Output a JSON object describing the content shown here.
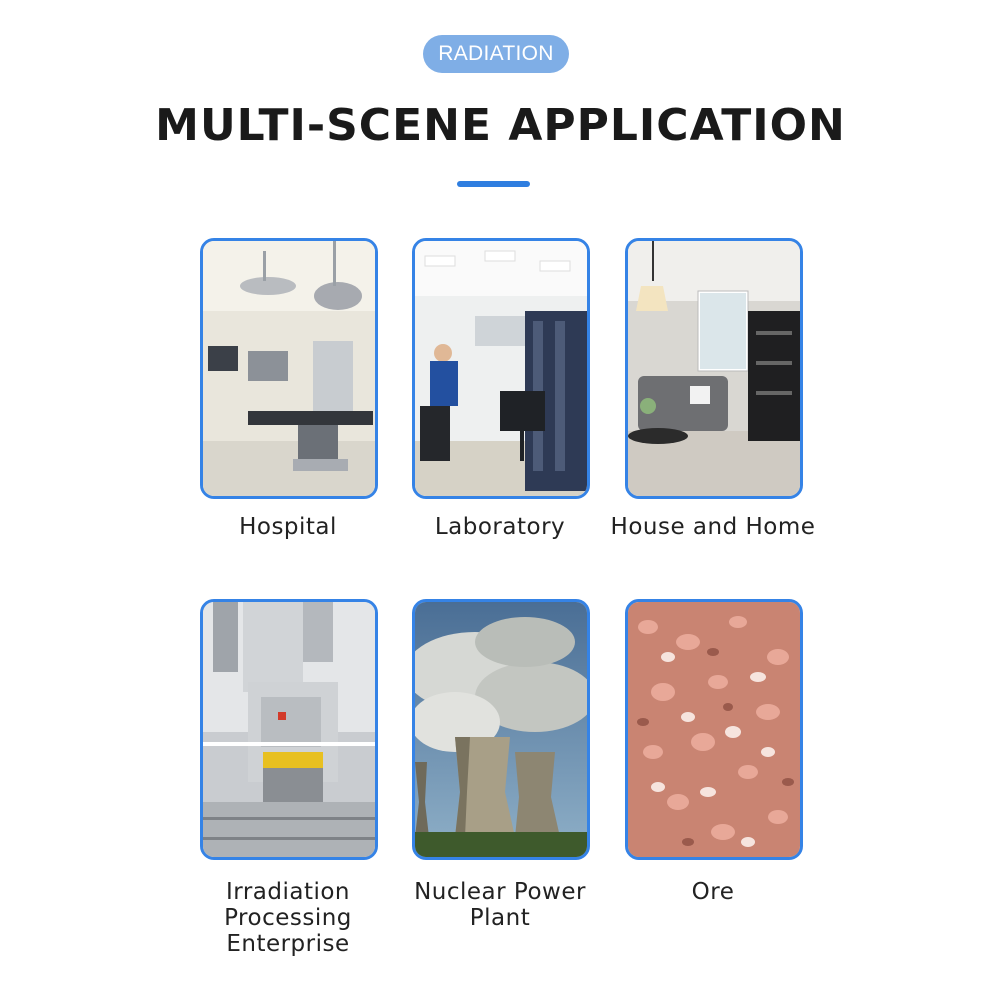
{
  "header": {
    "badge": "RADIATION",
    "title": "MULTI-SCENE APPLICATION"
  },
  "colors": {
    "accent": "#3583e6",
    "badge_bg": "#7faee6",
    "title_text": "#1a1a1a"
  },
  "scenes": [
    {
      "label": "Hospital",
      "icon": "hospital-image"
    },
    {
      "label": "Laboratory",
      "icon": "laboratory-image"
    },
    {
      "label": "House and Home",
      "icon": "house-image"
    },
    {
      "label": "Irradiation Processing Enterprise",
      "icon": "irradiation-plant-image"
    },
    {
      "label": "Nuclear Power Plant",
      "icon": "cooling-tower-image"
    },
    {
      "label": "Ore",
      "icon": "ore-image"
    }
  ]
}
